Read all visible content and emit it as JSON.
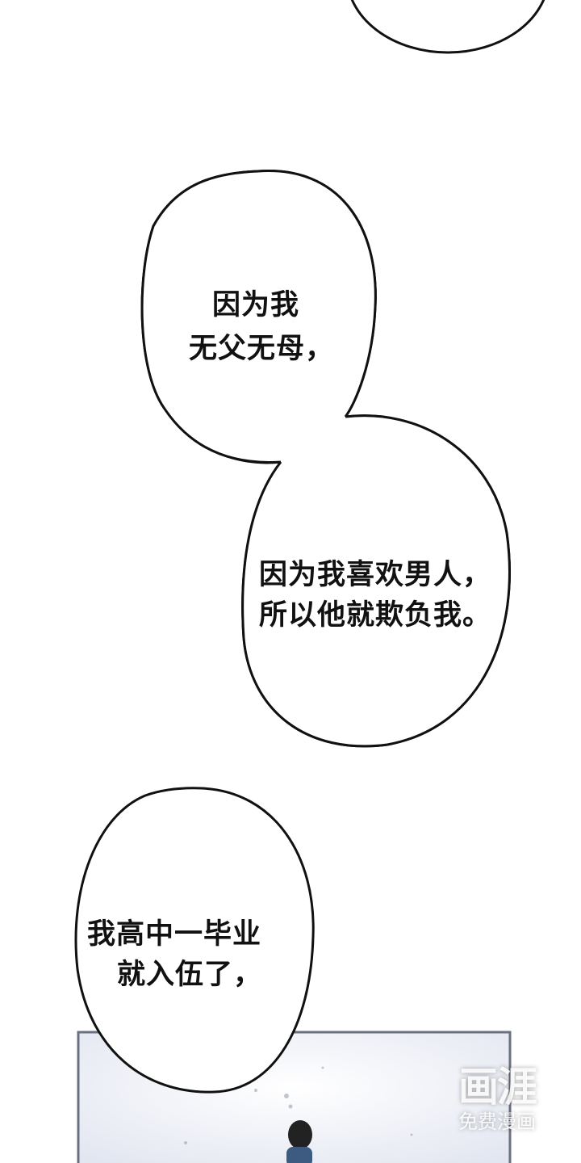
{
  "bubbles": [
    {
      "lines": [
        "因为我",
        "无父无母，"
      ]
    },
    {
      "lines": [
        "因为我喜欢男人，",
        "所以他就欺负我。"
      ]
    },
    {
      "lines": [
        "我高中一毕业",
        "就入伍了，"
      ]
    }
  ],
  "watermark": {
    "logo": "画涯",
    "subtitle": "免费漫画"
  },
  "colors": {
    "panel_border": "#6b7080",
    "bubble_stroke": "#111111"
  }
}
